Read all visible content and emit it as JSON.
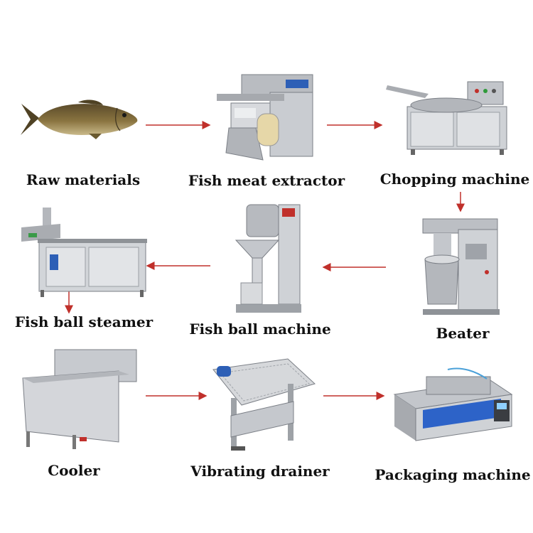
{
  "accent_color": "#c0302b",
  "steps": [
    {
      "id": "raw",
      "label": "Raw materials",
      "icon": "fish-icon"
    },
    {
      "id": "extractor",
      "label": "Fish meat extractor",
      "icon": "extractor-machine-icon"
    },
    {
      "id": "chopper",
      "label": "Chopping machine",
      "icon": "chopping-machine-icon"
    },
    {
      "id": "beater",
      "label": "Beater",
      "icon": "beater-machine-icon"
    },
    {
      "id": "ballmachine",
      "label": "Fish ball machine",
      "icon": "ball-forming-machine-icon"
    },
    {
      "id": "steamer",
      "label": "Fish ball steamer",
      "icon": "steamer-machine-icon"
    },
    {
      "id": "cooler",
      "label": "Cooler",
      "icon": "cooler-tank-icon"
    },
    {
      "id": "drainer",
      "label": "Vibrating drainer",
      "icon": "vibrating-drainer-icon"
    },
    {
      "id": "packaging",
      "label": "Packaging machine",
      "icon": "packaging-machine-icon"
    }
  ]
}
